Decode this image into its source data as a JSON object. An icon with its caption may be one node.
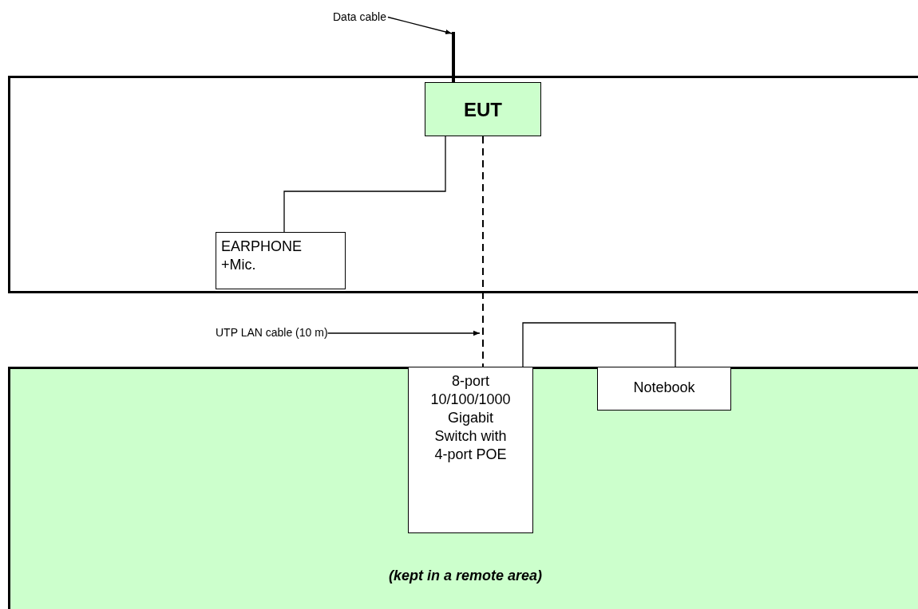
{
  "diagram": {
    "nodes": [
      {
        "text": [],
        "shape": "box"
      },
      {
        "text": [
          "EUT"
        ],
        "in": 0
      },
      {
        "text": [
          "EARPHONE +Mic."
        ],
        "in": 0
      },
      {
        "text": [
          "(kept in a remote area)"
        ]
      },
      {
        "text": [
          "8-port 10/100/1000 Gigabit Switch with 4-port POE"
        ],
        "in": 3
      },
      {
        "text": [
          "Notebook"
        ],
        "in": 3
      },
      {
        "text": [
          "Data cable"
        ]
      },
      {
        "text": [
          "UTP LAN cable (10 m)"
        ]
      }
    ],
    "edges": [
      {
        "from": 1,
        "to": null,
        "arrow": "none",
        "style": "thick"
      },
      {
        "from": 1,
        "to": 2,
        "arrow": "none"
      },
      {
        "from": 1,
        "to": 4,
        "arrow": "none",
        "style": "dashed"
      },
      {
        "from": 4,
        "to": 5,
        "arrow": "none"
      },
      {
        "from": 6,
        "to": null,
        "arrow": "to"
      },
      {
        "from": 7,
        "to": null,
        "arrow": "to"
      }
    ]
  }
}
